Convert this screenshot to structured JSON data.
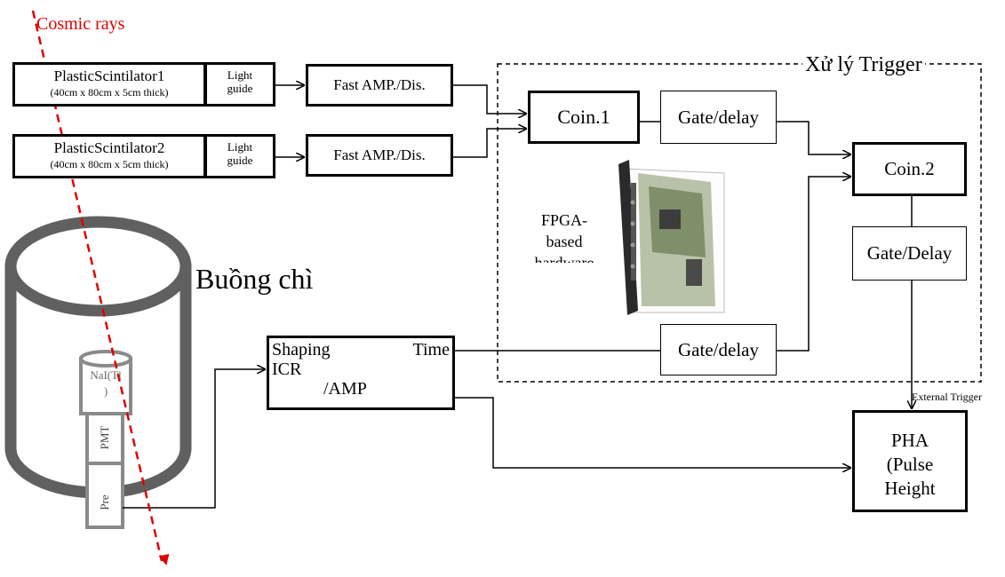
{
  "cosmic_label": "Cosmic rays",
  "trigger_region_title": "Xử lý Trigger",
  "scint1": {
    "name": "PlasticScintilator1",
    "dims": "(40cm x 80cm x 5cm thick)",
    "guide_line1": "Light",
    "guide_line2": "guide"
  },
  "scint2": {
    "name": "PlasticScintilator2",
    "dims": "(40cm x 80cm x 5cm thick)",
    "guide_line1": "Light",
    "guide_line2": "guide"
  },
  "amp1": "Fast AMP./Dis.",
  "amp2": "Fast AMP./Dis.",
  "coin1": "Coin.1",
  "coin2": "Coin.2",
  "gate_delay_top": "Gate/delay",
  "gate_delay_bottom": "Gate/delay",
  "gate_delay_right": "Gate/Delay",
  "fpga_line1": "FPGA-",
  "fpga_line2": "based",
  "fpga_line3": "hardware",
  "chamber_label": "Buồng chì",
  "detector": {
    "crystal": "NaI(Tl",
    "crystal_cont": ")",
    "pmt": "PMT",
    "preamp": "Pre"
  },
  "shaping": {
    "line1_left": "Shaping",
    "line1_right": "Time",
    "line2": "ICR",
    "line3": "/AMP"
  },
  "external_trigger": "External Trigger",
  "pha": {
    "line1": "PHA",
    "line2": "(Pulse",
    "line3": "Height"
  },
  "colors": {
    "cosmic_ray": "#e00000",
    "detector_gray": "#8a8a8a"
  }
}
